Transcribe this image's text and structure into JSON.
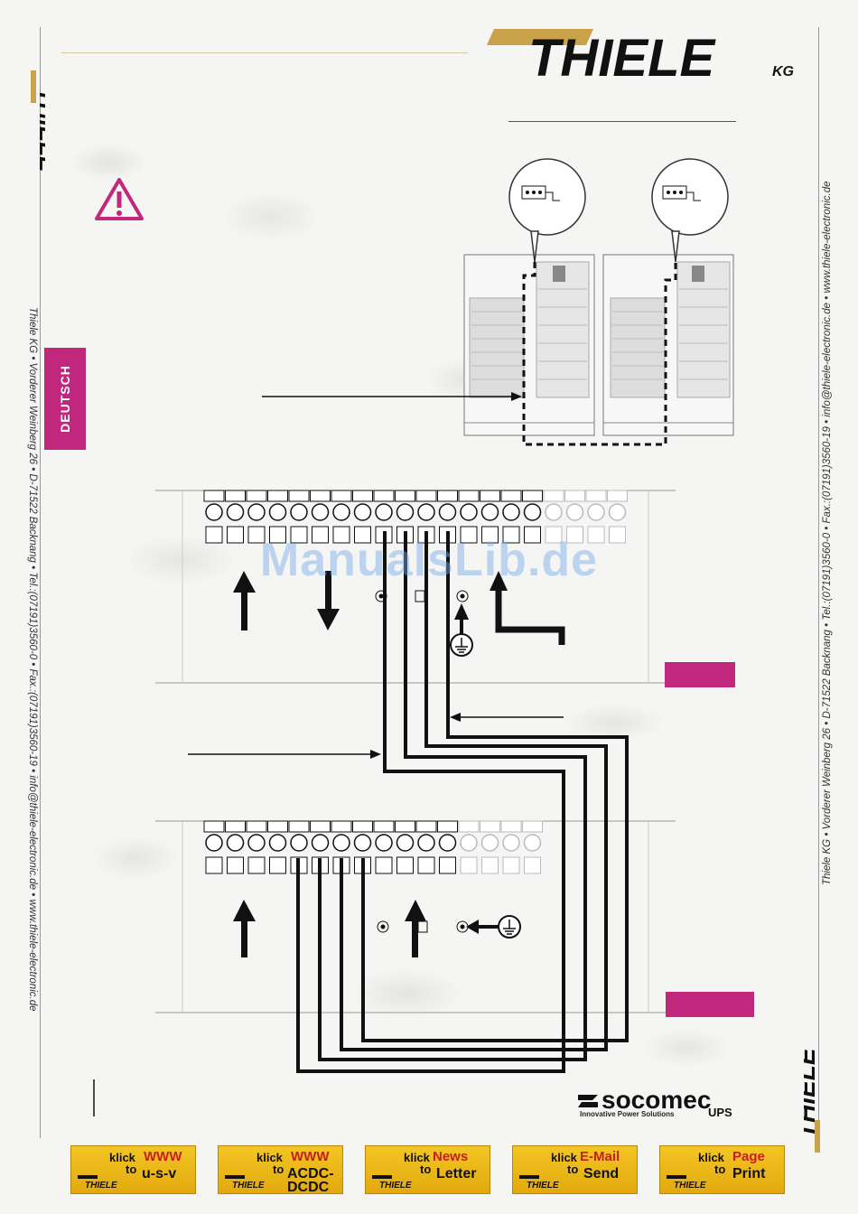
{
  "header": {
    "logo_text": "THIELE",
    "logo_suffix": "KG"
  },
  "side": {
    "left_text": "Thiele KG • Vorderer Weinberg 26 • D-71522 Backnang • Tel.:(07191)3560-0 • Fax.:(07191)3560-19 • info@thiele-electronic.de • www.thiele-electronic.de",
    "right_text": "Thiele KG • Vorderer Weinberg 26 • D-71522 Backnang • Tel.:(07191)3560-0 • Fax.:(07191)3560-19 • info@thiele-electronic.de • www.thiele-electronic.de"
  },
  "language_tab": "DEUTSCH",
  "watermark": "ManualsLib.de",
  "brand": {
    "name": "socomec",
    "tagline": "Innovative Power Solutions",
    "product": "UPS"
  },
  "footer_buttons": [
    {
      "klick": "klick",
      "to": "to",
      "line1": "WWW",
      "line2": "u-s-v"
    },
    {
      "klick": "klick",
      "to": "to",
      "line1": "WWW",
      "line2": "ACDC-\nDCDC"
    },
    {
      "klick": "klick",
      "to": "to",
      "line1": "News",
      "line2": "Letter"
    },
    {
      "klick": "klick",
      "to": "to",
      "line1": "E-Mail",
      "line2": "Send"
    },
    {
      "klick": "klick",
      "to": "to",
      "line1": "Page",
      "line2": "Print"
    }
  ],
  "colors": {
    "accent": "#c2277e",
    "gold": "#c9a24a",
    "button": "#f0bf20"
  },
  "icons": [
    "warning-icon",
    "ground-icon",
    "relay-contact-icon"
  ]
}
